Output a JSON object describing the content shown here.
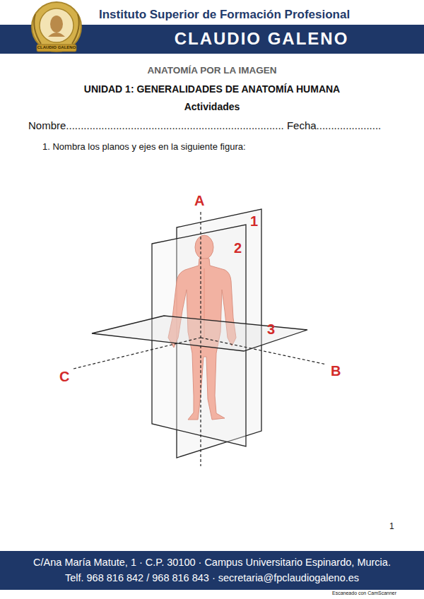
{
  "diagram": {
    "title": "ANATOMÍA POR LA IMAGEN",
    "nodes": [
      {
        "text": [
          "CLAUDIO GALENO"
        ]
      },
      {
        "text": [
          "C/Ana María Matute, 1 · C.P. 30100 · Campus Universitario Espinardo, Murcia.",
          "Telf. 968 816 842 / 968 816 843 · secretaria@fpclaudiogaleno.es"
        ]
      }
    ],
    "labels": [
      "Instituto Superior de Formación Profesional",
      "CLAUDIO GALENO",
      "UNIDAD 1: GENERALIDADES DE ANATOMÍA HUMANA",
      "Actividades",
      "Nombre.......................................................................... Fecha......................",
      "1. Nombra los planos y ejes en la siguiente figura:",
      "A",
      "1",
      "2",
      "3",
      "B",
      "C",
      "1",
      "Escaneado con CamScanner"
    ]
  }
}
